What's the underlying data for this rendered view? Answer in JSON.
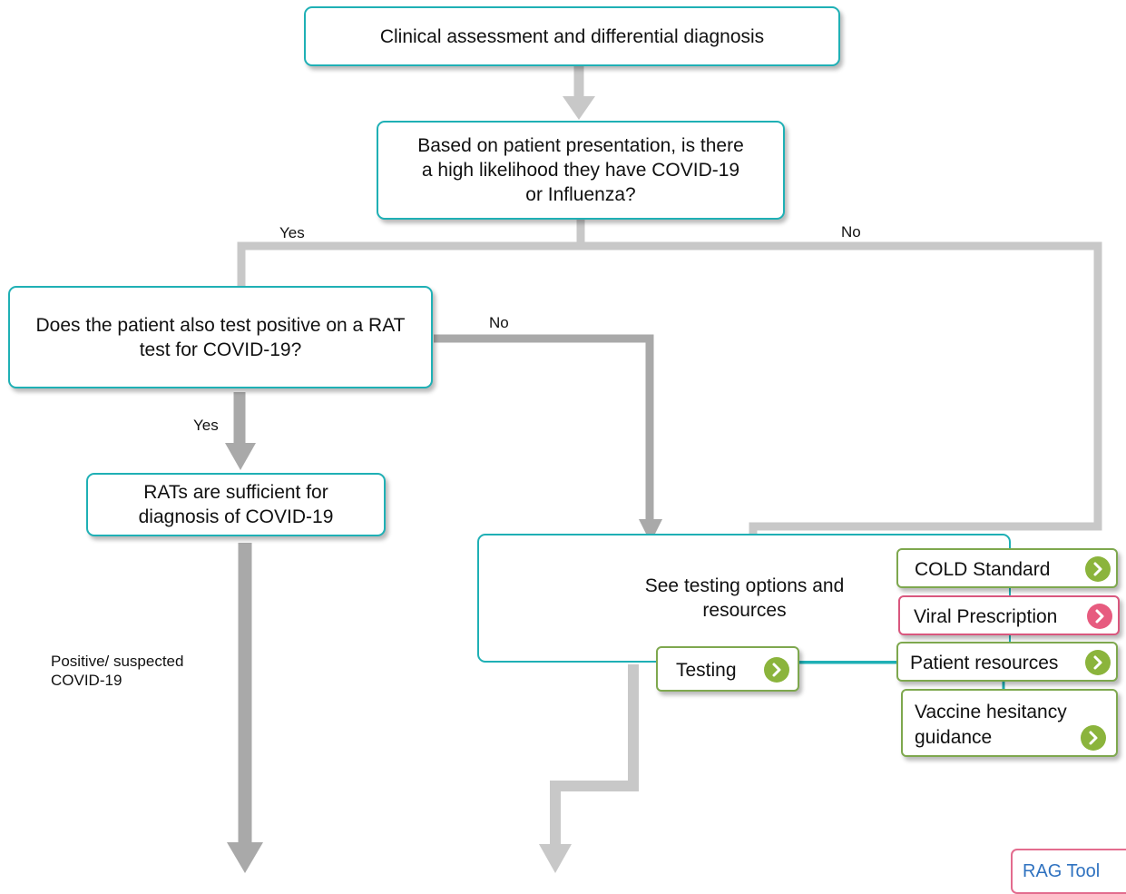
{
  "flowchart": {
    "start_box": "Clinical assessment and differential diagnosis",
    "question_box": "Based on patient presentation, is there a high likelihood they have COVID-19 or Influenza?",
    "rat_question_box": "Does the patient also test positive on a RAT test for COVID-19?",
    "rat_sufficient_box": "RATs are sufficient for diagnosis of COVID-19",
    "testing_options_box": "See testing options and resources",
    "labels": {
      "yes_top": "Yes",
      "no_top": "No",
      "no_rat": "No",
      "yes_rat": "Yes",
      "positive_line1": "Positive/ suspected",
      "positive_line2": "COVID-19"
    }
  },
  "resource_buttons": {
    "testing": "Testing",
    "cold_standard": "COLD Standard",
    "viral_prescription": "Viral Prescription",
    "patient_resources": "Patient resources",
    "vaccine_line1": "Vaccine hesitancy",
    "vaccine_line2": "guidance"
  },
  "rag_tool": "RAG Tool",
  "colors": {
    "box_border": "#1fb0b5",
    "button_border_green": "#7ea84e",
    "button_border_pink": "#d9577e",
    "chevron_green": "#8bb43c",
    "chevron_pink": "#e75b7f",
    "connector_gray": "#c8c8c8",
    "rag_text": "#2f72c0"
  },
  "icons": {
    "chevron": "chevron-right-circle-icon",
    "arrow": "down-arrow-icon"
  }
}
